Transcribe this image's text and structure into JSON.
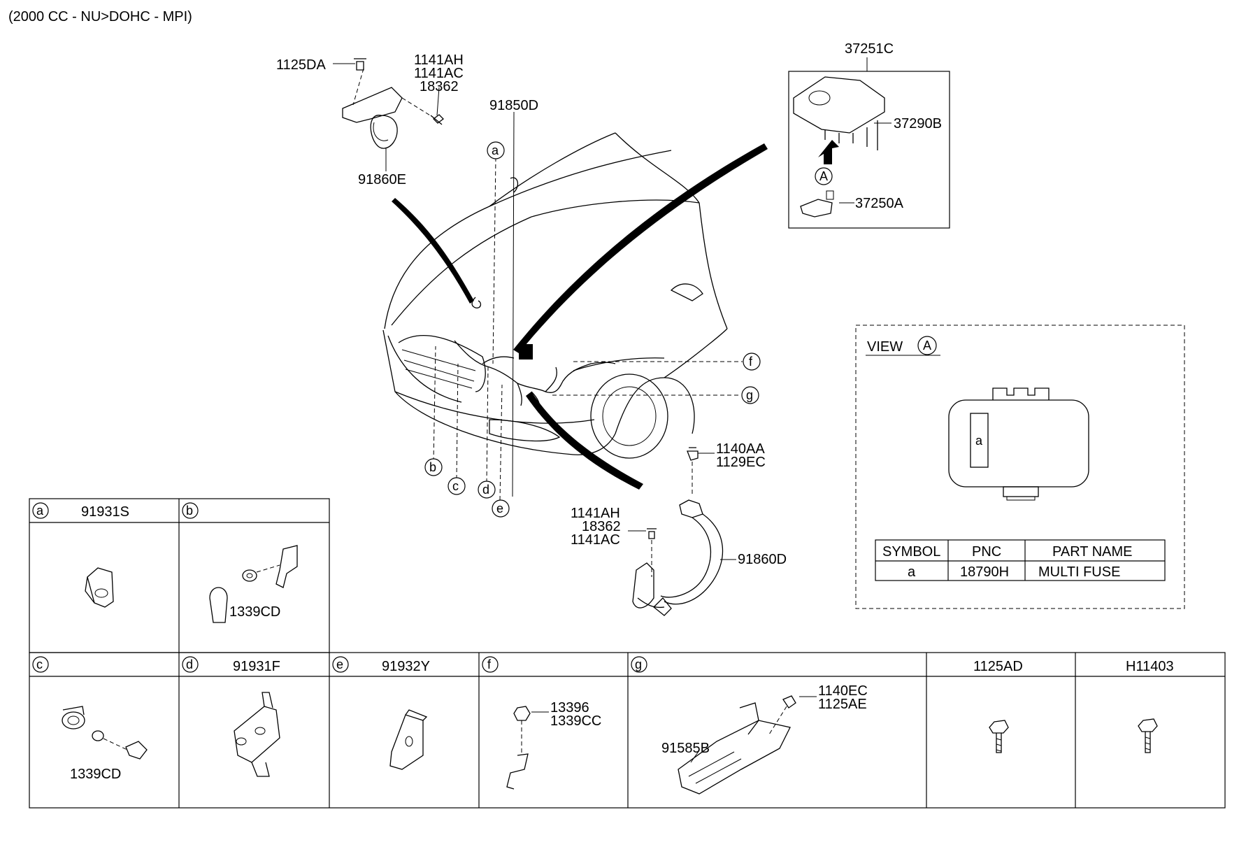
{
  "header": {
    "spec": "(2000 CC - NU>DOHC - MPI)"
  },
  "callouts": {
    "bolt_top": "1125DA",
    "top_parts": [
      "1141AH",
      "1141AC",
      "18362"
    ],
    "harness_left": "91860E",
    "main_harness": "91850D",
    "fuse_assy": "37251C",
    "fuse_cover": "37290B",
    "fuse_body": "37250A",
    "view_marker": "A",
    "lower_bolt": [
      "1140AA",
      "1129EC"
    ],
    "lower_parts": [
      "1141AH",
      "18362",
      "1141AC"
    ],
    "harness_right": "91860D"
  },
  "detail_letters": [
    "a",
    "b",
    "c",
    "d",
    "e",
    "f",
    "g"
  ],
  "view_a": {
    "title": "VIEW",
    "marker": "A",
    "slot_label": "a",
    "table": {
      "headers": [
        "SYMBOL",
        "PNC",
        "PART NAME"
      ],
      "rows": [
        [
          "a",
          "18790H",
          "MULTI FUSE"
        ]
      ]
    }
  },
  "parts_grid": {
    "top_row": [
      {
        "letter": "a",
        "title": "91931S",
        "labels": []
      },
      {
        "letter": "b",
        "title": "",
        "labels": [
          "1339CD"
        ]
      }
    ],
    "bottom_row": [
      {
        "letter": "c",
        "title": "",
        "labels": [
          "1339CD"
        ]
      },
      {
        "letter": "d",
        "title": "91931F",
        "labels": []
      },
      {
        "letter": "e",
        "title": "91932Y",
        "labels": []
      },
      {
        "letter": "f",
        "title": "",
        "labels": [
          "13396",
          "1339CC"
        ]
      },
      {
        "letter": "g",
        "title": "",
        "labels": [
          "1140EC",
          "1125AE",
          "91585B"
        ]
      },
      {
        "letter": "",
        "title": "1125AD",
        "labels": []
      },
      {
        "letter": "",
        "title": "H11403",
        "labels": []
      }
    ]
  }
}
